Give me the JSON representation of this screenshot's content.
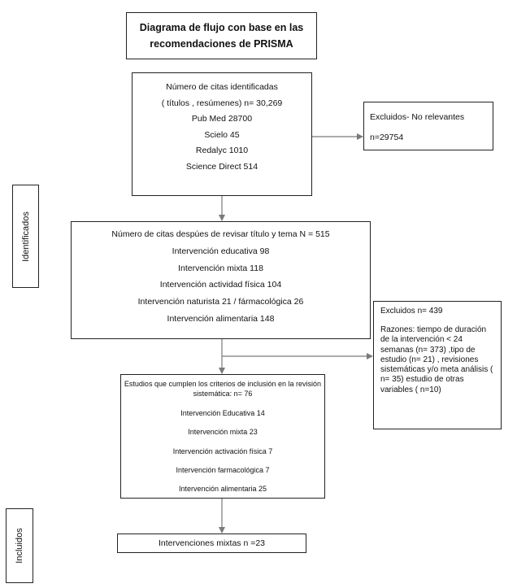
{
  "title": "Diagrama de flujo con base en las recomendaciones de PRISMA",
  "side_labels": {
    "identified": "Identificados",
    "included": "Incluidos"
  },
  "identification": {
    "heading": "Número de citas identificadas",
    "subheading": "(  títulos , resúmenes) n= 30,269",
    "sources": [
      "Pub Med 28700",
      "Scielo 45",
      "Redalyc 1010",
      "Science Direct 514"
    ]
  },
  "excluded_not_relevant": {
    "label": "Excluidos- No relevantes",
    "count": "n=29754"
  },
  "screening": {
    "heading": "Número de citas despúes de revisar título y tema N = 515",
    "items": [
      "Intervención educativa 98",
      "Intervención mixta 118",
      "Intervención actividad física 104",
      "Intervención naturista 21 / fármacológica 26",
      "Intervención alimentaria 148"
    ]
  },
  "excluded_reasons": {
    "label": "Excluidos  n= 439",
    "reasons": "Razones:  tiempo de duración de la intervención < 24 semanas (n= 373)  ,tipo de estudio (n= 21) ,  revisiones sistemáticas y/o meta análisis ( n= 35) estudio de otras variables ( n=10)"
  },
  "inclusion": {
    "heading": "Estudios que cumplen los criterios de inclusión en la revisión sistemática: n= 76",
    "items": [
      "Intervención Educativa 14",
      "Intervención mixta 23",
      "Intervención activación física 7",
      "Intervención farmacológica 7",
      "Intervención alimentaria 25"
    ]
  },
  "final": {
    "label": "Intervenciones mixtas n =23"
  }
}
